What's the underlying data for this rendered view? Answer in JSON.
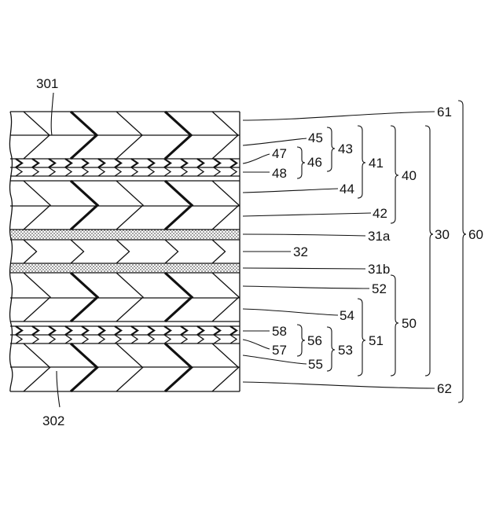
{
  "figure": {
    "ref_top": "301",
    "ref_bottom": "302",
    "labels": {
      "l61": "61",
      "l45": "45",
      "l43": "43",
      "l47": "47",
      "l46": "46",
      "l48": "48",
      "l41": "41",
      "l40": "40",
      "l44": "44",
      "l42": "42",
      "l31a": "31a",
      "l30": "30",
      "l60": "60",
      "l32": "32",
      "l31b": "31b",
      "l52": "52",
      "l54": "54",
      "l58": "58",
      "l56": "56",
      "l51": "51",
      "l50": "50",
      "l57": "57",
      "l53": "53",
      "l55": "55",
      "l62": "62"
    }
  },
  "colors": {
    "ink": "#111111",
    "background": "#ffffff",
    "dots": "#222222"
  }
}
